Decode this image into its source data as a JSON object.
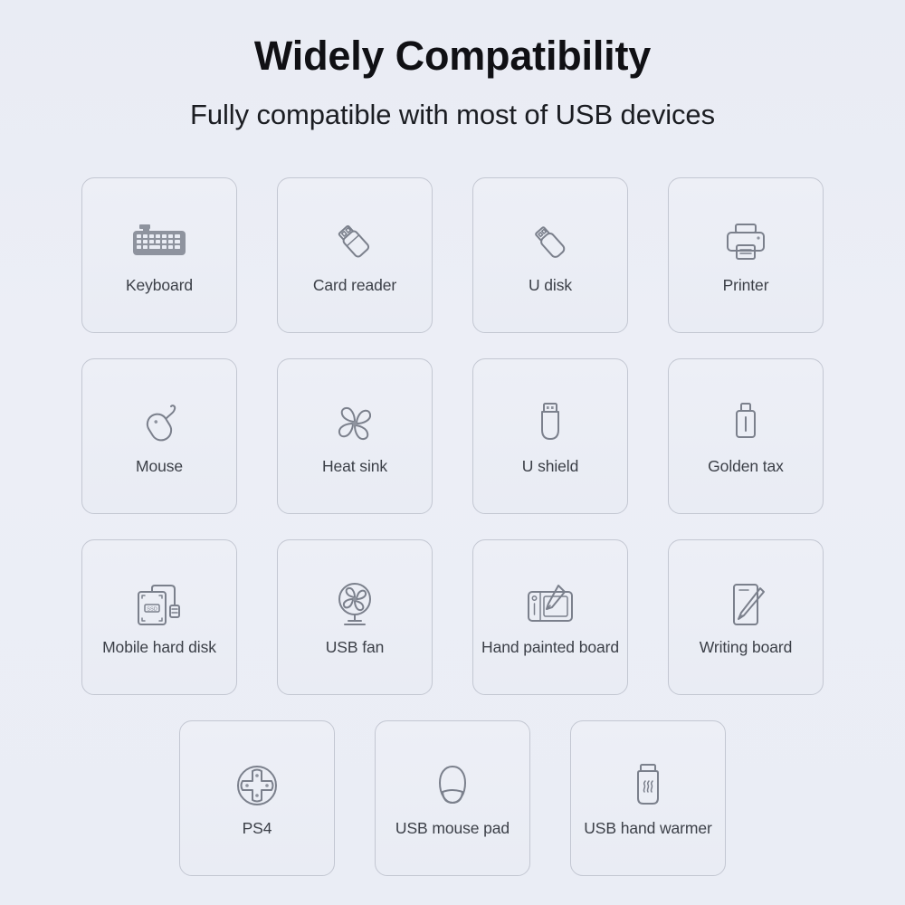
{
  "header": {
    "title": "Widely Compatibility",
    "subtitle": "Fully compatible with most of USB devices"
  },
  "colors": {
    "background": "#eaedf5",
    "card_background": "#edeff6",
    "card_border": "#c3c7d2",
    "icon_stroke": "#7b808c",
    "title_text": "#101014",
    "label_text": "#3b3f47"
  },
  "rows": [
    {
      "cards": [
        {
          "label": "Keyboard",
          "icon": "keyboard-icon"
        },
        {
          "label": "Card reader",
          "icon": "card-reader-icon"
        },
        {
          "label": "U disk",
          "icon": "usb-flash-drive-icon"
        },
        {
          "label": "Printer",
          "icon": "printer-icon"
        }
      ]
    },
    {
      "cards": [
        {
          "label": "Mouse",
          "icon": "mouse-icon"
        },
        {
          "label": "Heat sink",
          "icon": "fan-blades-icon"
        },
        {
          "label": "U shield",
          "icon": "usb-key-icon"
        },
        {
          "label": "Golden tax",
          "icon": "usb-dongle-icon"
        }
      ]
    },
    {
      "cards": [
        {
          "label": "Mobile hard disk",
          "icon": "external-hard-disk-icon"
        },
        {
          "label": "USB fan",
          "icon": "desk-fan-icon"
        },
        {
          "label": "Hand painted board",
          "icon": "drawing-tablet-icon"
        },
        {
          "label": "Writing board",
          "icon": "writing-pad-icon"
        }
      ]
    },
    {
      "cards": [
        {
          "label": "PS4",
          "icon": "gamepad-dpad-icon"
        },
        {
          "label": "USB mouse pad",
          "icon": "mouse-pad-icon"
        },
        {
          "label": "USB hand warmer",
          "icon": "hand-warmer-icon"
        }
      ]
    }
  ]
}
